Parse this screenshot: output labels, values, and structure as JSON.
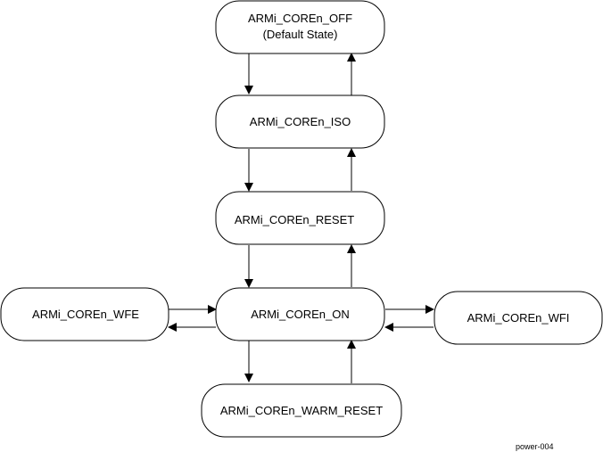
{
  "diagram": {
    "states": {
      "off": {
        "line1": "ARMi_COREn_OFF",
        "line2": "(Default State)"
      },
      "iso": {
        "label": "ARMi_COREn_ISO"
      },
      "reset": {
        "label": "ARMi_COREn_RESET"
      },
      "on": {
        "label": "ARMi_COREn_ON"
      },
      "wfe": {
        "label": "ARMi_COREn_WFE"
      },
      "wfi": {
        "label": "ARMi_COREn_WFI"
      },
      "warm_reset": {
        "label": "ARMi_COREn_WARM_RESET"
      }
    },
    "figure_id": "power-004"
  }
}
